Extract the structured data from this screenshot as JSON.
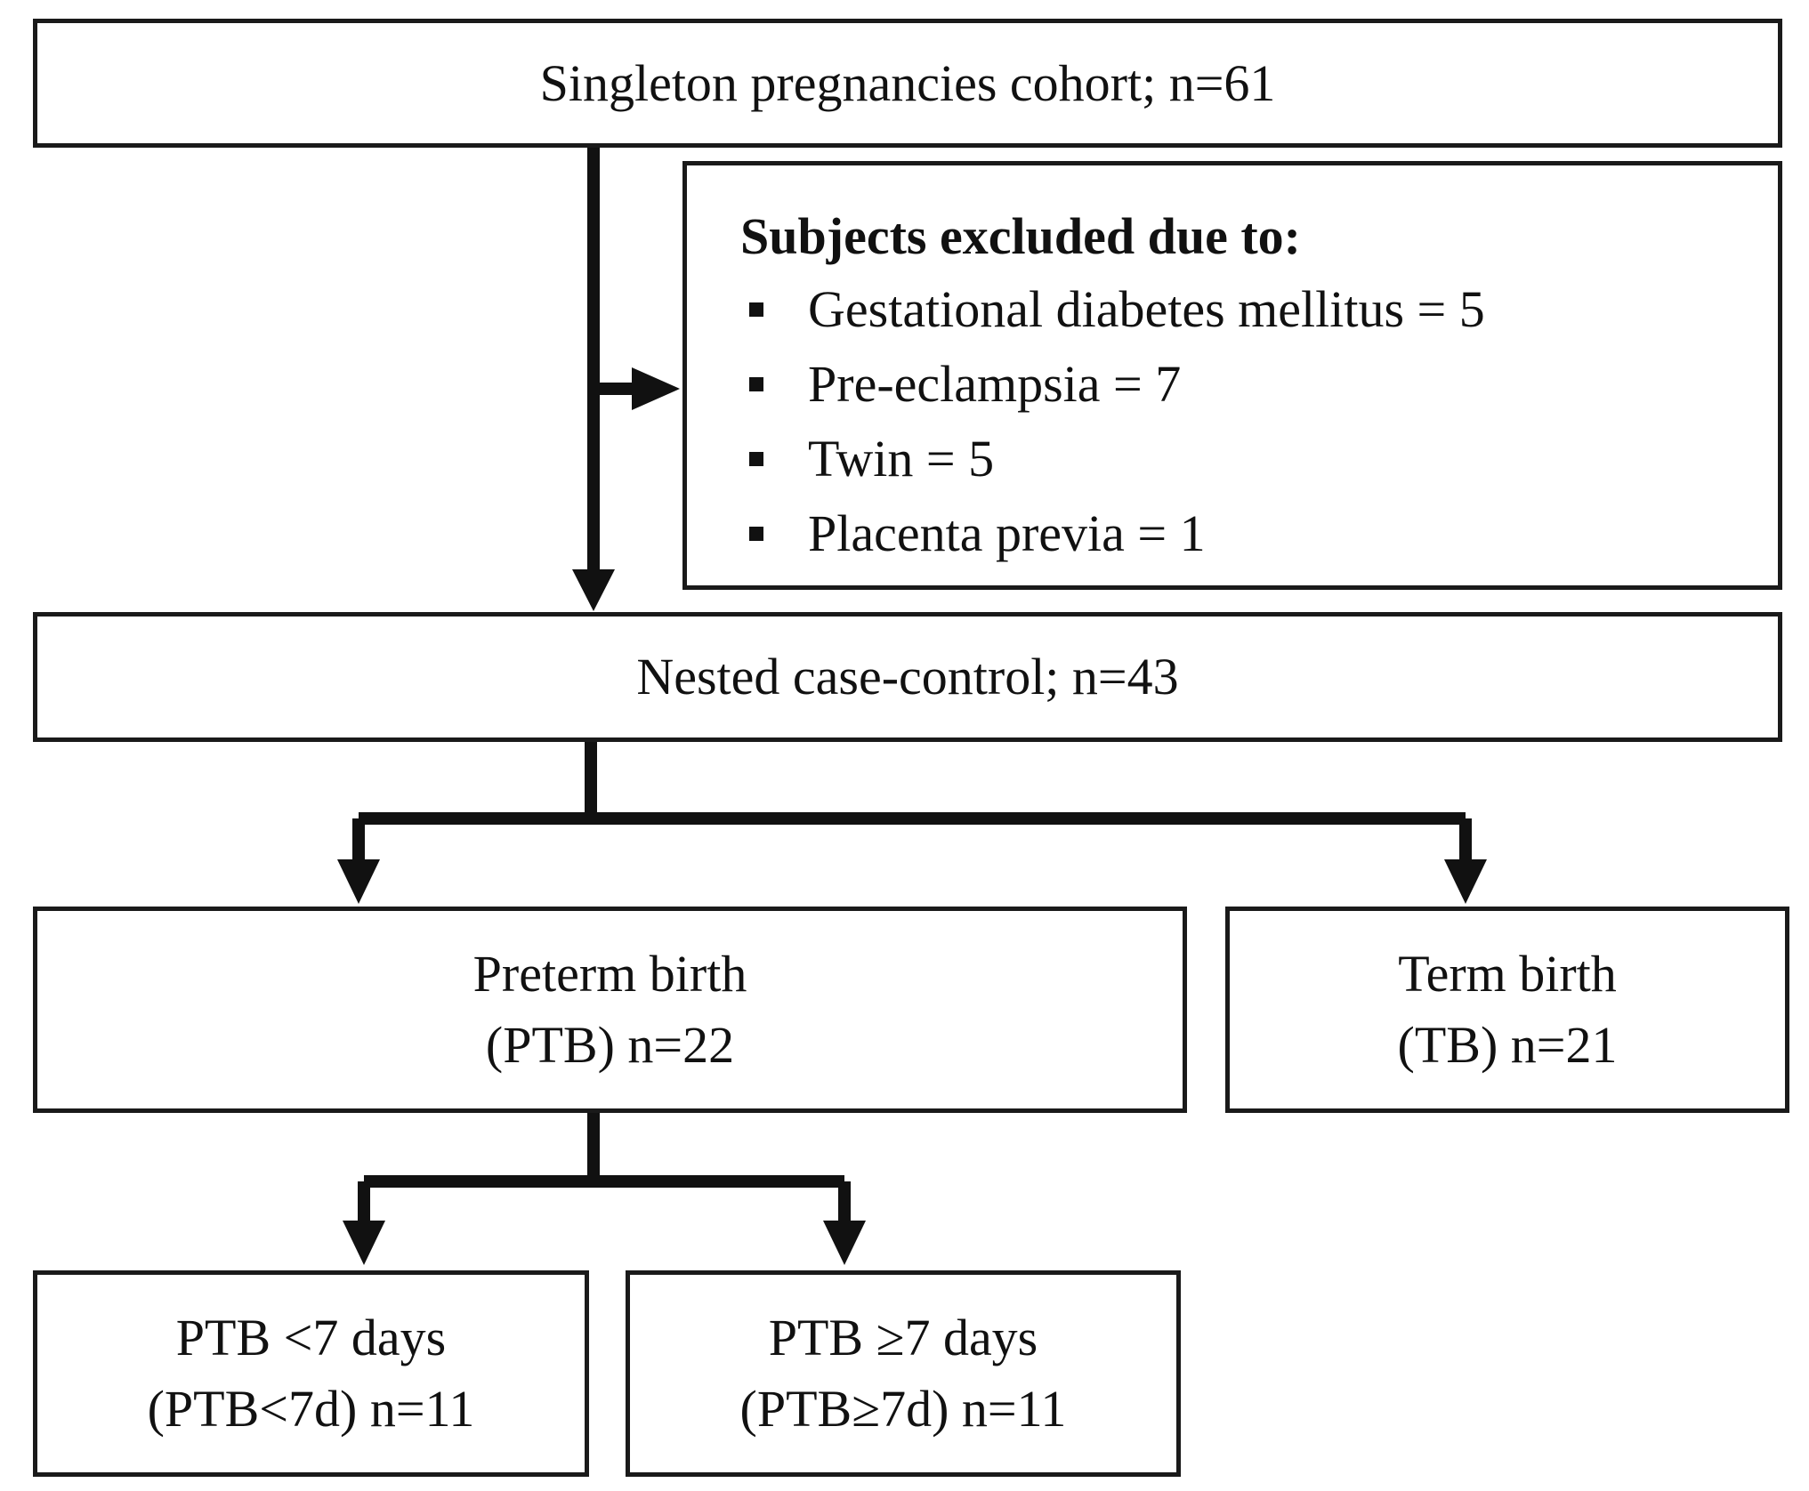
{
  "cohort": {
    "text": "Singleton pregnancies  cohort; n=61"
  },
  "exclusion": {
    "heading": "Subjects excluded due to:",
    "items": [
      "Gestational diabetes mellitus = 5",
      "Pre-eclampsia = 7",
      "Twin  = 5",
      "Placenta previa  = 1"
    ]
  },
  "nested": {
    "text": "Nested case-control; n=43"
  },
  "preterm": {
    "line1": "Preterm birth",
    "line2": "(PTB) n=22"
  },
  "term": {
    "line1": "Term  birth",
    "line2": "(TB) n=21"
  },
  "ptb_lt7": {
    "line1": "PTB  <7 days",
    "line2": "(PTB<7d) n=11"
  },
  "ptb_ge7": {
    "line1": "PTB  ≥7 days",
    "line2": "(PTB≥7d) n=11"
  }
}
